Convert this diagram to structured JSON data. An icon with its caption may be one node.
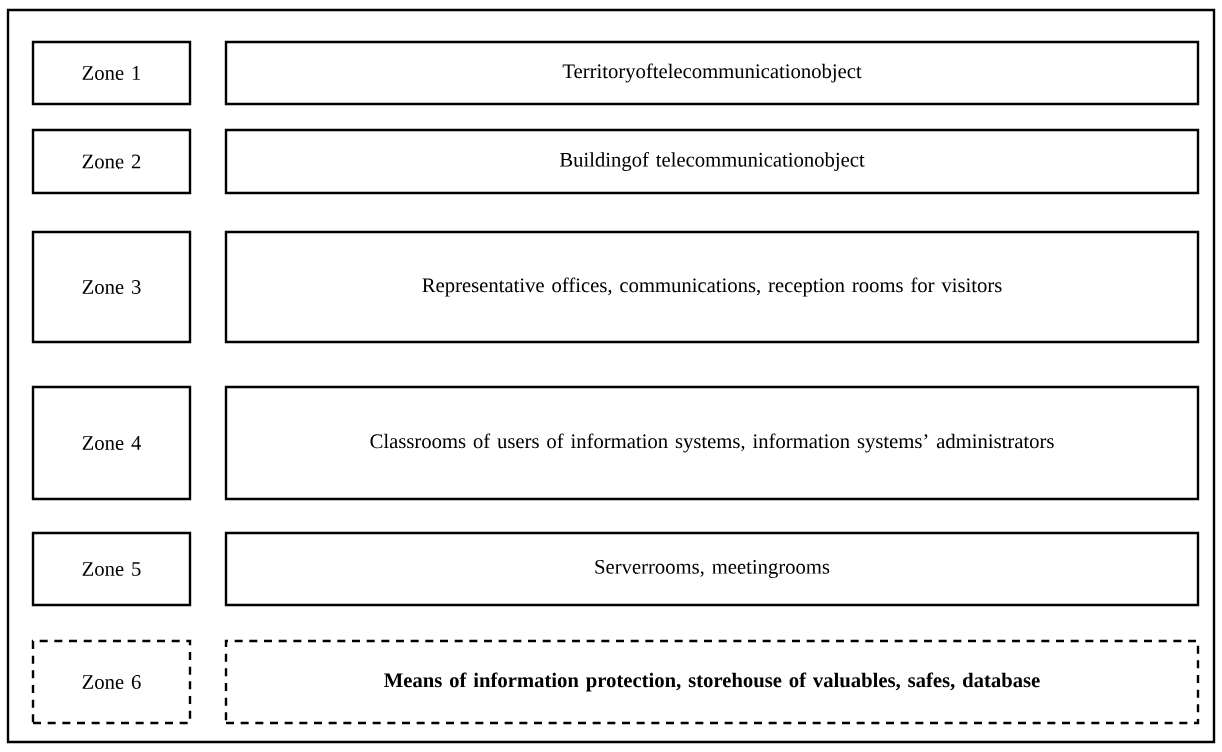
{
  "diagram": {
    "nodes": [
      {
        "text": [
          "Zone 1"
        ]
      },
      {
        "text": [
          "Territoryoftelecommunicationobject"
        ]
      },
      {
        "text": [
          "Zone 2"
        ]
      },
      {
        "text": [
          "Buildingof telecommunicationobject"
        ]
      },
      {
        "text": [
          "Zone 3"
        ]
      },
      {
        "text": [
          "Representative offices, communications, reception rooms for visitors"
        ]
      },
      {
        "text": [
          "Zone 4"
        ]
      },
      {
        "text": [
          "Classrooms of users of information systems, information systems’ administrators"
        ]
      },
      {
        "text": [
          "Zone 5"
        ]
      },
      {
        "text": [
          "Serverrooms, meetingrooms"
        ]
      },
      {
        "text": [
          "Zone 6"
        ]
      },
      {
        "text": [
          "Means of information protection, storehouse of valuables, safes, database"
        ]
      }
    ]
  }
}
